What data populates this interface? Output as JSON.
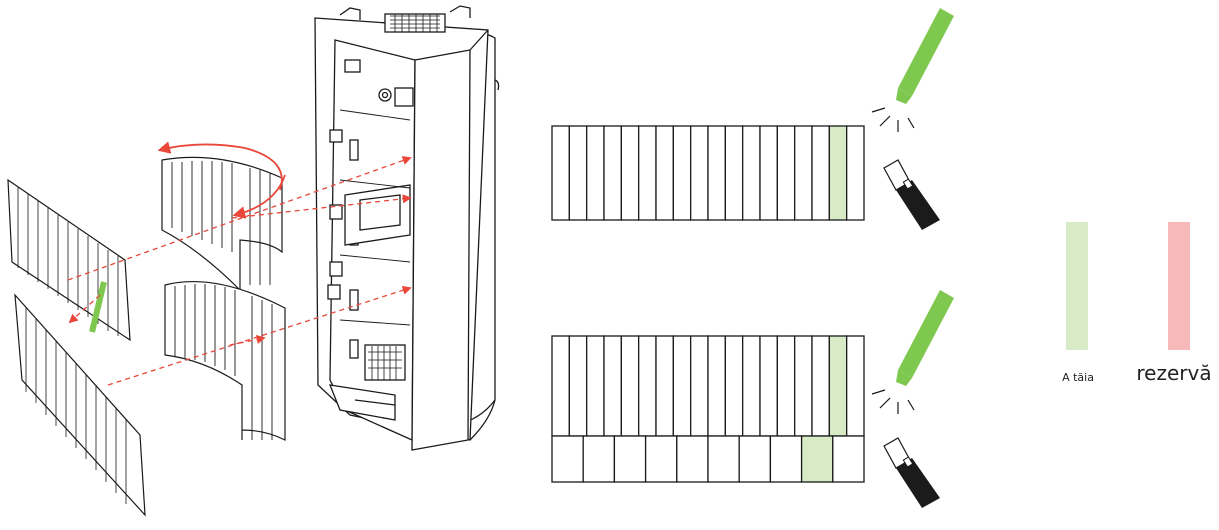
{
  "legend": {
    "cut_label": "A tăia",
    "spare_label": "rezervă",
    "cut_color": "#d6ebc6",
    "spare_color": "#f7b9b9"
  },
  "colors": {
    "arrow": "#e8473a",
    "pen": "#7ec850",
    "knife": "#1b1b1b",
    "line": "#1a1a1a",
    "highlight": "#d6ebc6"
  },
  "strips": {
    "top_cells": 18,
    "top_cut_index": 16,
    "bottom_upper_cells": 18,
    "bottom_upper_cut_index": 16,
    "bottom_lower_cells": 10,
    "bottom_lower_cut_index": 8
  },
  "icons": [
    "marker-pen-icon",
    "utility-knife-icon",
    "curved-arrow-icon",
    "dashed-arrow-icon"
  ]
}
